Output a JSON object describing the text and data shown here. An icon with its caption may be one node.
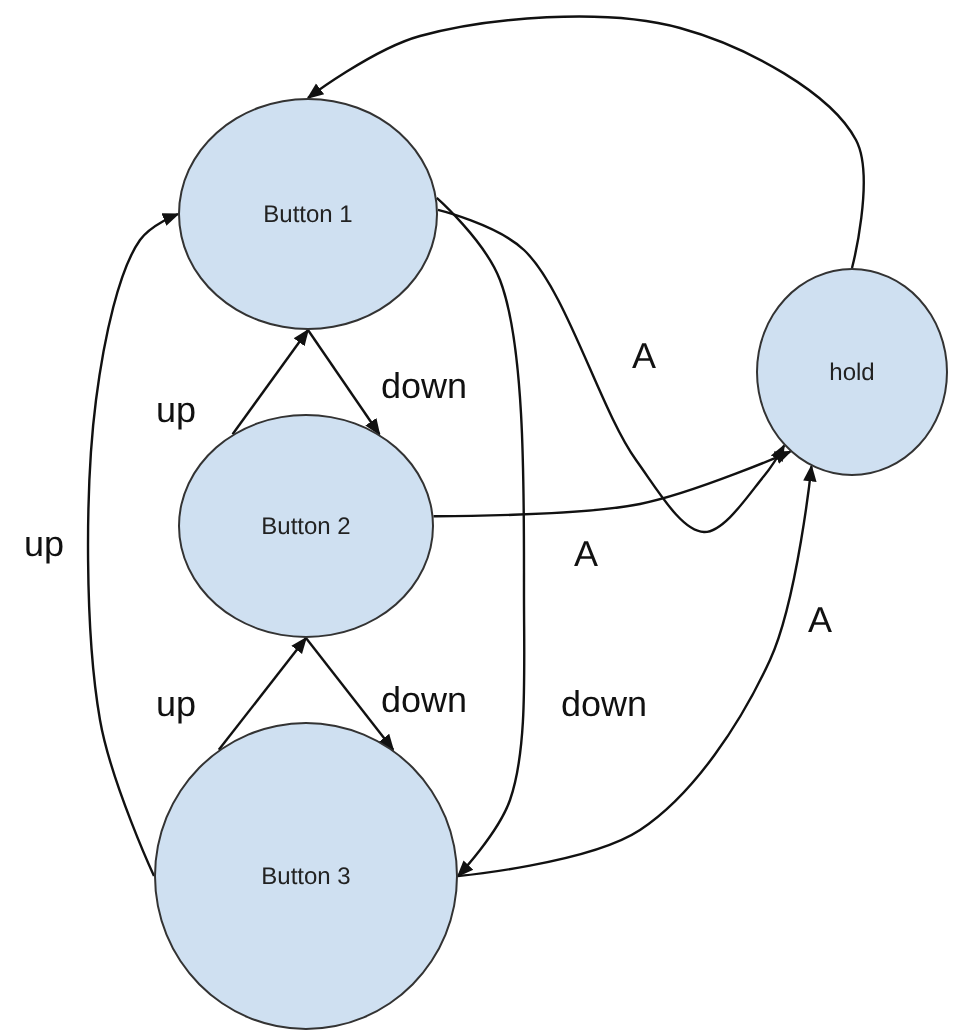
{
  "diagram": {
    "nodes": [
      {
        "text": [
          "Button 1"
        ]
      },
      {
        "text": [
          "Button 2"
        ]
      },
      {
        "text": [
          "Button 3"
        ]
      },
      {
        "text": [
          "hold"
        ]
      }
    ],
    "edges": [
      {
        "from": 3,
        "to": 0,
        "arrow": "to"
      },
      {
        "from": 2,
        "to": 0,
        "arrow": "to",
        "label": "up"
      },
      {
        "from": 1,
        "to": 0,
        "arrow": "to",
        "label": "up"
      },
      {
        "from": 0,
        "to": 1,
        "arrow": "to",
        "label": "down"
      },
      {
        "from": 0,
        "to": 3,
        "arrow": "to",
        "label": "A"
      },
      {
        "from": 1,
        "to": 3,
        "arrow": "to",
        "label": "A"
      },
      {
        "from": 2,
        "to": 1,
        "arrow": "to",
        "label": "up"
      },
      {
        "from": 1,
        "to": 2,
        "arrow": "to",
        "label": "down"
      },
      {
        "from": 0,
        "to": 2,
        "arrow": "to",
        "label": "down"
      },
      {
        "from": 2,
        "to": 3,
        "arrow": "to",
        "label": "A"
      }
    ]
  }
}
